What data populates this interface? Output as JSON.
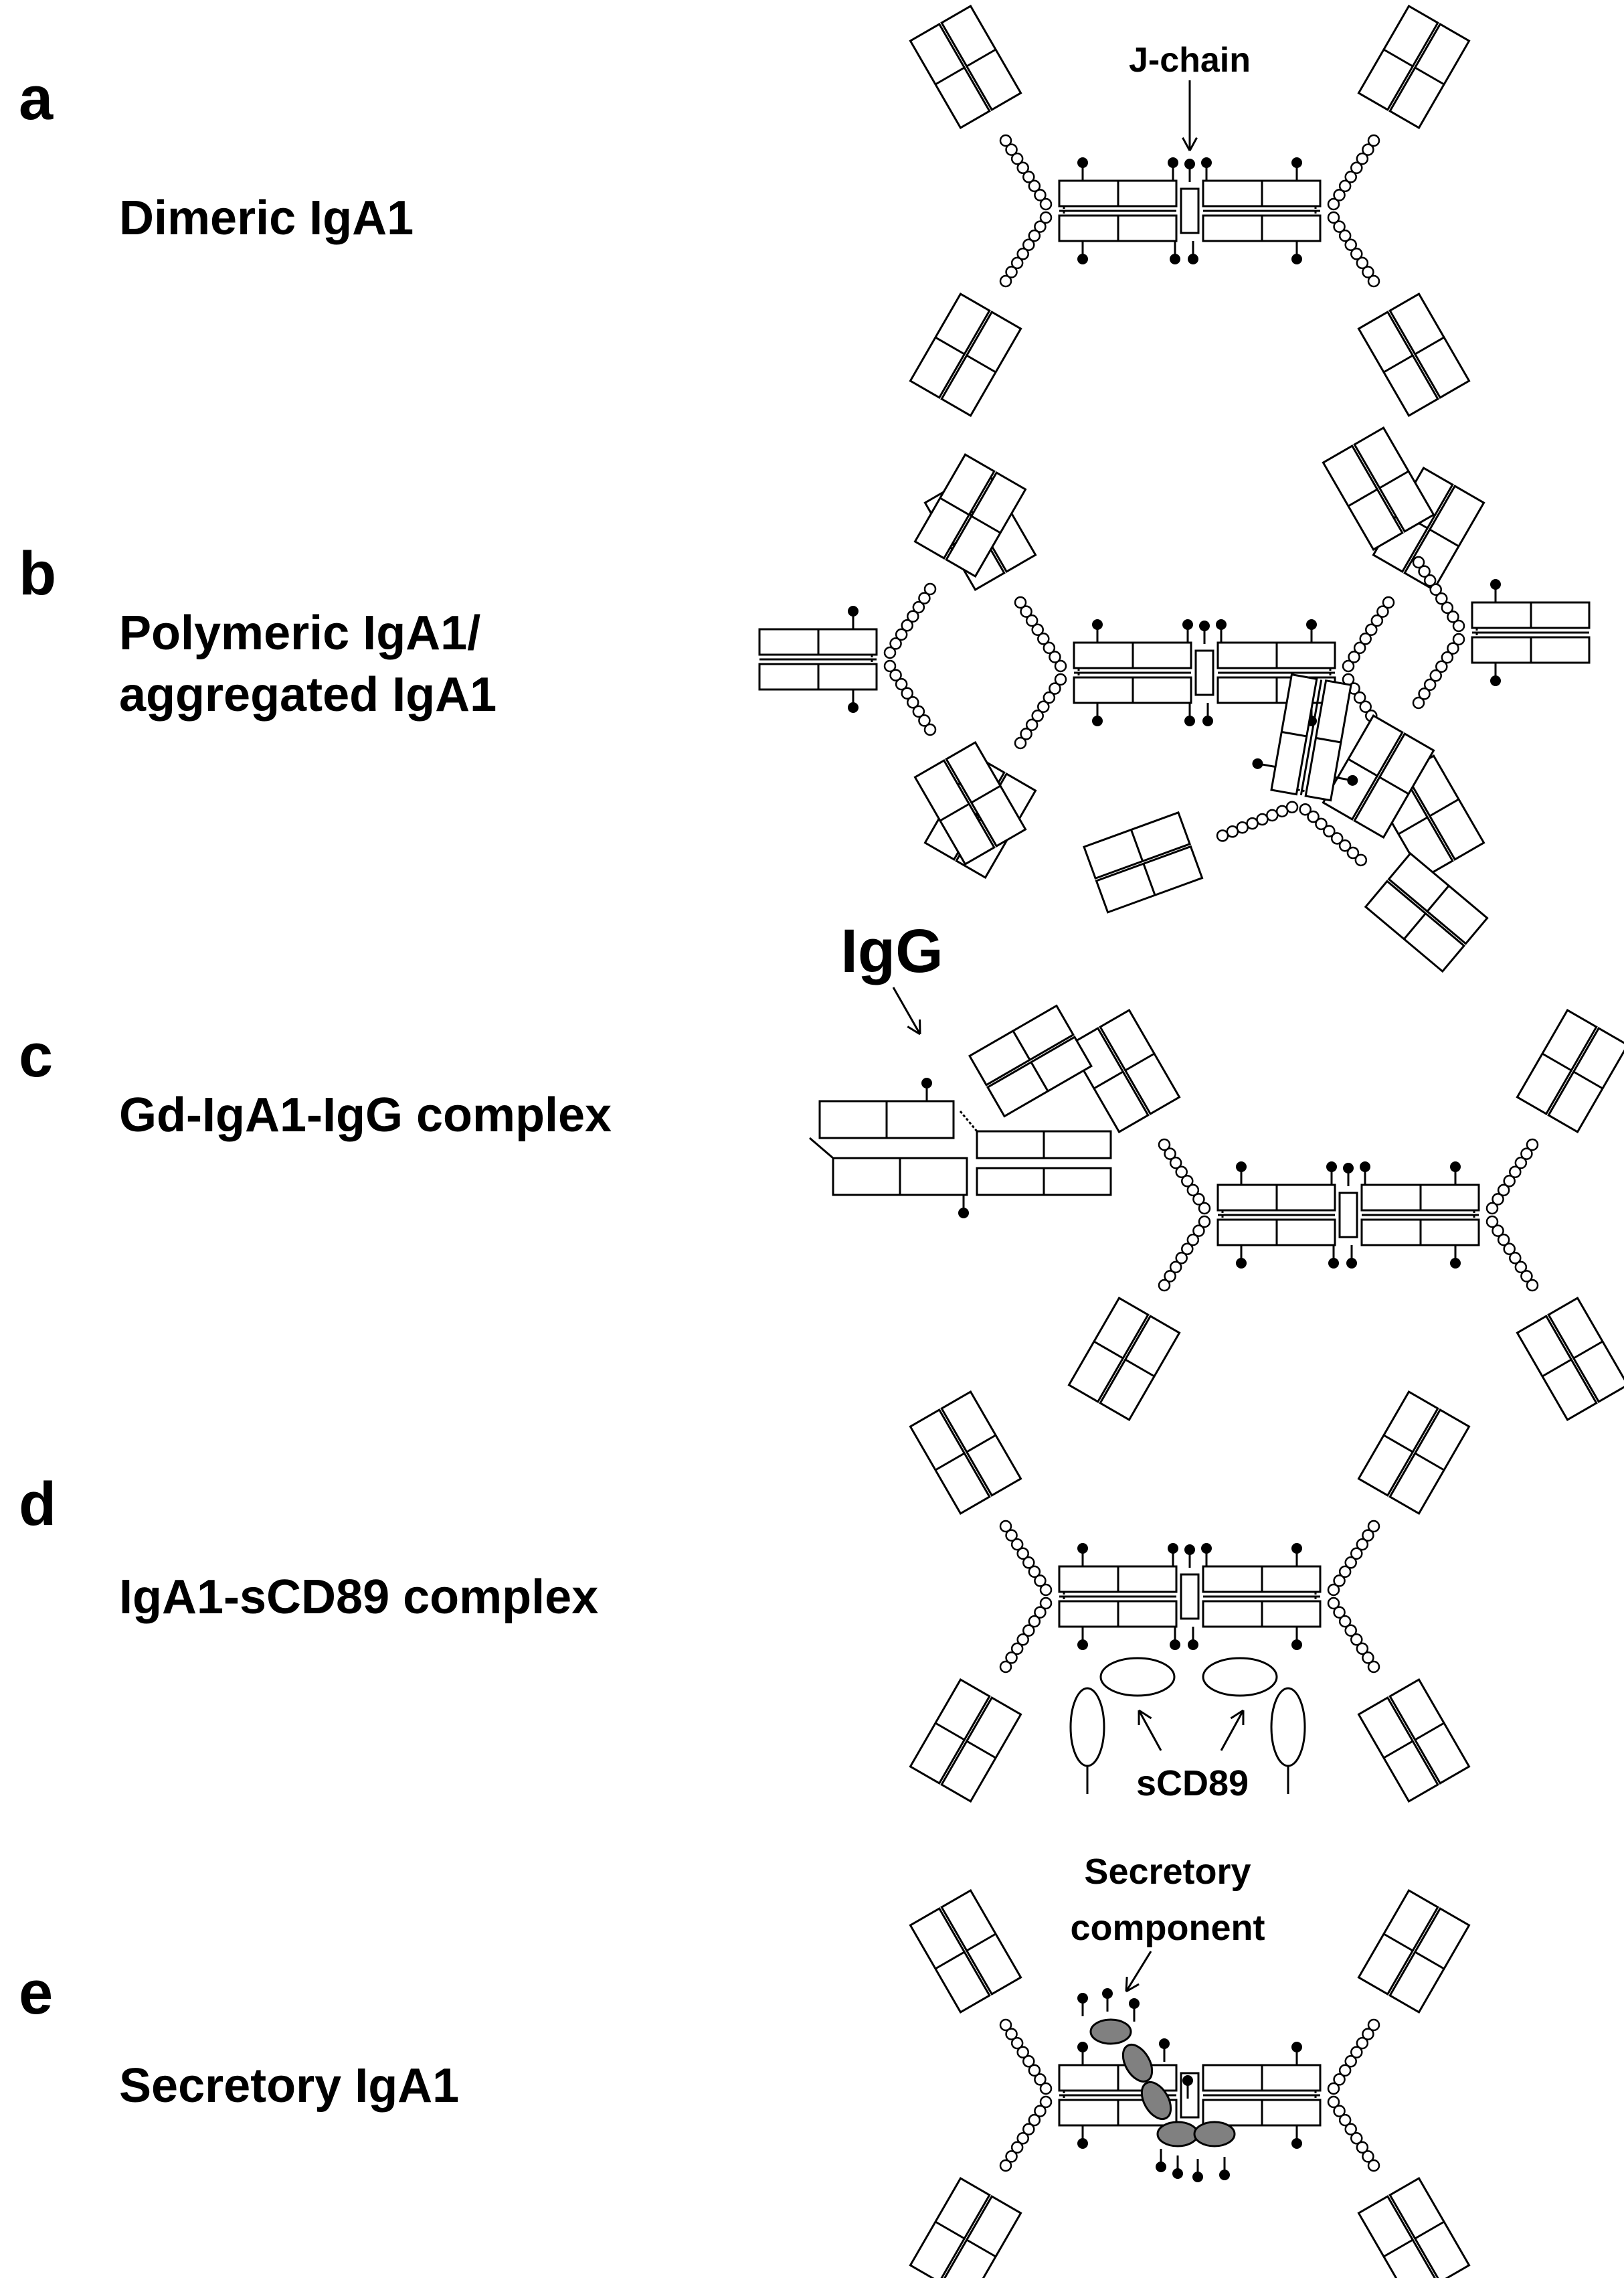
{
  "panels": [
    {
      "letter": "a",
      "title_lines": [
        "Dimeric IgA1"
      ]
    },
    {
      "letter": "b",
      "title_lines": [
        "Polymeric IgA1/",
        "aggregated IgA1"
      ]
    },
    {
      "letter": "c",
      "title_lines": [
        "Gd-IgA1-IgG complex"
      ]
    },
    {
      "letter": "d",
      "title_lines": [
        "IgA1-sCD89 complex"
      ]
    },
    {
      "letter": "e",
      "title_lines": [
        "Secretory IgA1"
      ]
    }
  ],
  "callouts": {
    "j_chain": "J-chain",
    "igg": "IgG",
    "scd89": "sCD89",
    "secretory_component": [
      "Secretory",
      "component"
    ]
  },
  "colors": {
    "line": "#000000",
    "secretory_component_fill": "#808080",
    "background": "#ffffff"
  }
}
